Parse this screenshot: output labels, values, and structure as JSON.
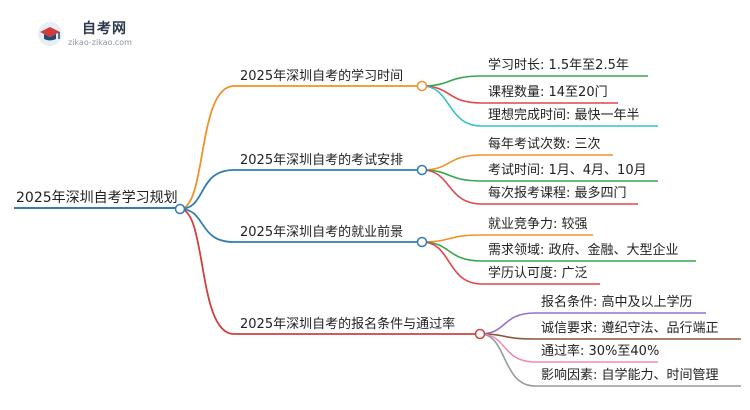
{
  "logo": {
    "title": "自考网",
    "url": "zikao-zikao.com"
  },
  "mindmap": {
    "root": "2025年深圳自考学习规划",
    "branches": [
      {
        "label": "2025年深圳自考的学习时间",
        "color": "#f0922a",
        "children": [
          {
            "label": "学习时长: 1.5年至2.5年",
            "color": "#3aa64a"
          },
          {
            "label": "课程数量: 14至20门",
            "color": "#e0474c"
          },
          {
            "label": "理想完成时间: 最快一年半",
            "color": "#36c2c9"
          }
        ]
      },
      {
        "label": "2025年深圳自考的考试安排",
        "color": "#2f7db5",
        "children": [
          {
            "label": "每年考试次数: 三次",
            "color": "#f0922a"
          },
          {
            "label": "考试时间: 1月、4月、10月",
            "color": "#3aa64a"
          },
          {
            "label": "每次报考课程: 最多四门",
            "color": "#e0474c"
          }
        ]
      },
      {
        "label": "2025年深圳自考的就业前景",
        "color": "#2f7db5",
        "children": [
          {
            "label": "就业竞争力: 较强",
            "color": "#f0922a"
          },
          {
            "label": "需求领域: 政府、金融、大型企业",
            "color": "#3aa64a"
          },
          {
            "label": "学历认可度: 广泛",
            "color": "#e0474c"
          }
        ]
      },
      {
        "label": "2025年深圳自考的报名条件与通过率",
        "color": "#d0403f",
        "children": [
          {
            "label": "报名条件: 高中及以上学历",
            "color": "#9a6fd0"
          },
          {
            "label": "诚信要求: 遵纪守法、品行端正",
            "color": "#8b5a3c"
          },
          {
            "label": "通过率: 30%至40%",
            "color": "#f08ab8"
          },
          {
            "label": "影响因素: 自学能力、时间管理",
            "color": "#999999"
          }
        ]
      }
    ]
  }
}
